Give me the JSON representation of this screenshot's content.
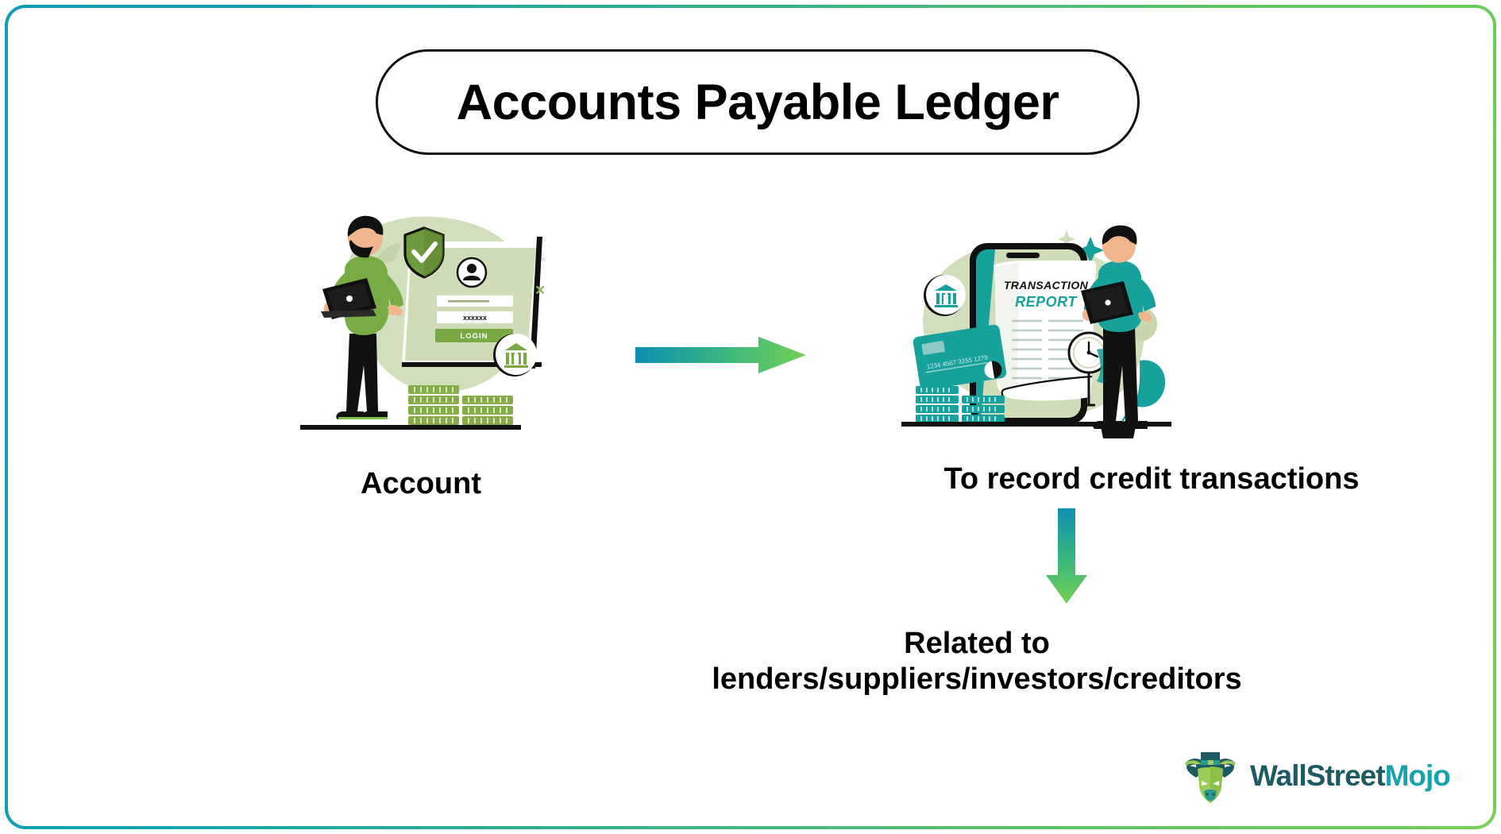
{
  "frame": {
    "border_gradient_from": "#0e9bb5",
    "border_gradient_to": "#74d055",
    "background": "#ffffff"
  },
  "header": {
    "title": "Accounts Payable Ledger"
  },
  "flow": {
    "left_caption": "Account",
    "right_caption": "To record credit transactions",
    "bottom_caption_line1": "Related to",
    "bottom_caption_line2": "lenders/suppliers/investors/creditors",
    "arrow_horizontal_label": "right-arrow",
    "arrow_vertical_label": "down-arrow",
    "arrow_gradient_from": "#0e8fb3",
    "arrow_gradient_to": "#74d055"
  },
  "illustration_left": {
    "name": "account-login-illustration",
    "login_button_label": "LOGIN",
    "password_value": "xxxxxx",
    "shield_label": "security-shield-check",
    "bank_badge_label": "bank-building",
    "accent_green": "#7aa844",
    "soft_green": "#cfdcb8"
  },
  "illustration_right": {
    "name": "transaction-report-illustration",
    "report_title_line1": "TRANSACTION",
    "report_title_line2": "REPORT",
    "card_number": "1234 4567 3255 1278",
    "bank_badge_label": "bank-building",
    "accent_teal": "#17a19c",
    "soft_green": "#cfdcb8"
  },
  "logo": {
    "brand_part1": "WallStreet",
    "brand_part2": "Mojo",
    "mark_label": "bull-with-tophat-logo",
    "color_part1": "#1d5a63",
    "color_part2": "#17a3ae"
  }
}
